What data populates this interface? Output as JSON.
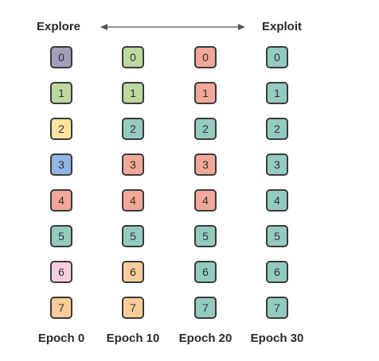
{
  "header": {
    "left_label": "Explore",
    "right_label": "Exploit"
  },
  "colors": {
    "purple": "#a59dbb",
    "green": "#bcd9a0",
    "yellow": "#fde39f",
    "blue": "#8fb6e6",
    "red": "#f2a898",
    "teal": "#93cbc1",
    "pink": "#f2d0e1",
    "orange": "#f9cc99"
  },
  "columns": [
    {
      "label": "Epoch 0",
      "cells": [
        {
          "value": "0",
          "color": "purple"
        },
        {
          "value": "1",
          "color": "green"
        },
        {
          "value": "2",
          "color": "yellow"
        },
        {
          "value": "3",
          "color": "blue"
        },
        {
          "value": "4",
          "color": "red"
        },
        {
          "value": "5",
          "color": "teal"
        },
        {
          "value": "6",
          "color": "pink"
        },
        {
          "value": "7",
          "color": "orange"
        }
      ]
    },
    {
      "label": "Epoch 10",
      "cells": [
        {
          "value": "0",
          "color": "green"
        },
        {
          "value": "1",
          "color": "green"
        },
        {
          "value": "2",
          "color": "teal"
        },
        {
          "value": "3",
          "color": "red"
        },
        {
          "value": "4",
          "color": "red"
        },
        {
          "value": "5",
          "color": "teal"
        },
        {
          "value": "6",
          "color": "orange"
        },
        {
          "value": "7",
          "color": "orange"
        }
      ]
    },
    {
      "label": "Epoch 20",
      "cells": [
        {
          "value": "0",
          "color": "red"
        },
        {
          "value": "1",
          "color": "red"
        },
        {
          "value": "2",
          "color": "teal"
        },
        {
          "value": "3",
          "color": "red"
        },
        {
          "value": "4",
          "color": "red"
        },
        {
          "value": "5",
          "color": "teal"
        },
        {
          "value": "6",
          "color": "teal"
        },
        {
          "value": "7",
          "color": "teal"
        }
      ]
    },
    {
      "label": "Epoch 30",
      "cells": [
        {
          "value": "0",
          "color": "teal"
        },
        {
          "value": "1",
          "color": "teal"
        },
        {
          "value": "2",
          "color": "teal"
        },
        {
          "value": "3",
          "color": "teal"
        },
        {
          "value": "4",
          "color": "teal"
        },
        {
          "value": "5",
          "color": "teal"
        },
        {
          "value": "6",
          "color": "teal"
        },
        {
          "value": "7",
          "color": "teal"
        }
      ]
    }
  ]
}
